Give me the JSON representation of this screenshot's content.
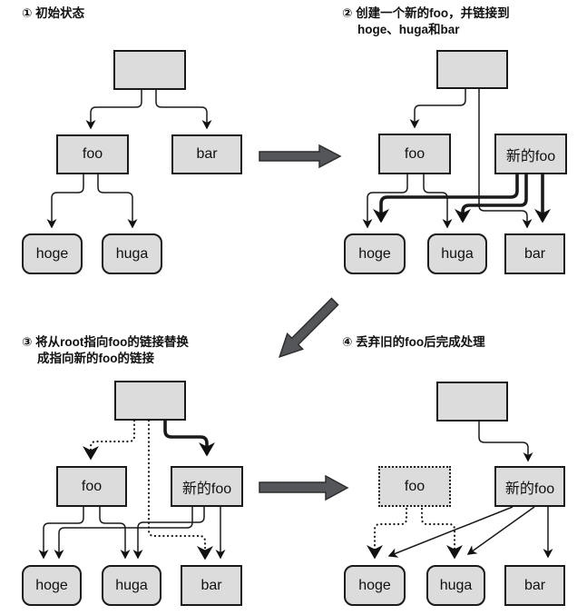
{
  "panels": {
    "p1": {
      "title": "① 初始状态",
      "nodes": {
        "foo": "foo",
        "bar": "bar",
        "hoge": "hoge",
        "huga": "huga"
      }
    },
    "p2": {
      "title_line1": "② 创建一个新的foo，并链接到",
      "title_line2": "hoge、huga和bar",
      "nodes": {
        "foo": "foo",
        "newfoo": "新的foo",
        "hoge": "hoge",
        "huga": "huga",
        "bar": "bar"
      }
    },
    "p3": {
      "title_line1": "③ 将从root指向foo的链接替换",
      "title_line2": "成指向新的foo的链接",
      "nodes": {
        "foo": "foo",
        "newfoo": "新的foo",
        "hoge": "hoge",
        "huga": "huga",
        "bar": "bar"
      }
    },
    "p4": {
      "title": "④ 丢弃旧的foo后完成处理",
      "nodes": {
        "foo": "foo",
        "newfoo": "新的foo",
        "hoge": "hoge",
        "huga": "huga",
        "bar": "bar"
      }
    }
  },
  "colors": {
    "background": "#ffffff",
    "box_fill": "#dcdcdc",
    "box_border": "#1a1a1a",
    "line": "#1a1a1a",
    "big_arrow_fill": "#55565a",
    "big_arrow_stroke": "#2d2d2d"
  }
}
